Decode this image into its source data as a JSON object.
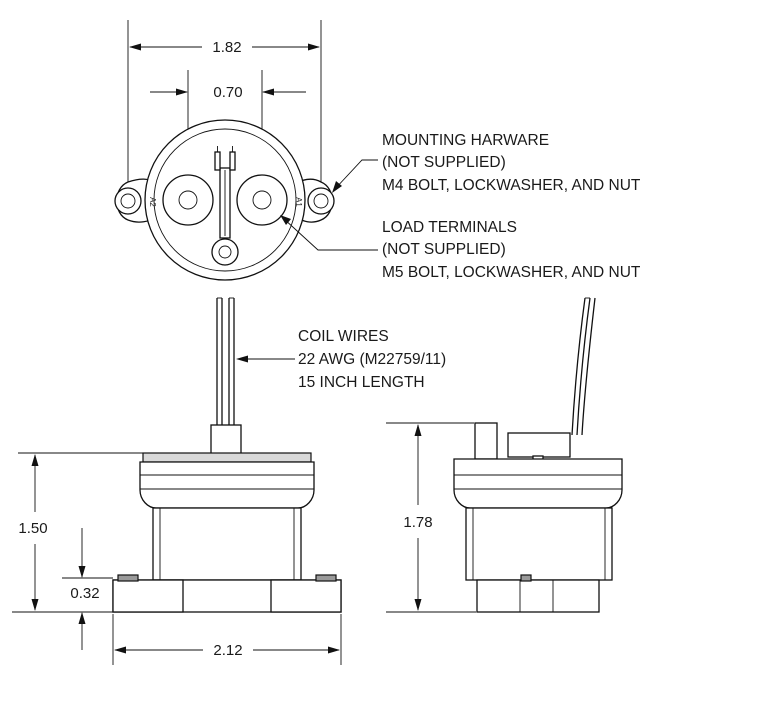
{
  "dimensions": {
    "overall_width_top": "1.82",
    "terminal_spacing": "0.70",
    "body_height": "1.50",
    "base_height": "0.32",
    "base_width": "2.12",
    "overall_height": "1.78"
  },
  "terminal_markings": {
    "left": "A2",
    "right": "A1"
  },
  "notes": {
    "mounting_hardware": {
      "line1": "MOUNTING HARWARE",
      "line2": "(NOT SUPPLIED)",
      "line3": "M4 BOLT, LOCKWASHER, AND NUT"
    },
    "load_terminals": {
      "line1": "LOAD TERMINALS",
      "line2": "(NOT SUPPLIED)",
      "line3": "M5 BOLT, LOCKWASHER, AND NUT"
    },
    "coil_wires": {
      "line1": "COIL WIRES",
      "line2": "22 AWG (M22759/11)",
      "line3": "15 INCH LENGTH"
    }
  }
}
